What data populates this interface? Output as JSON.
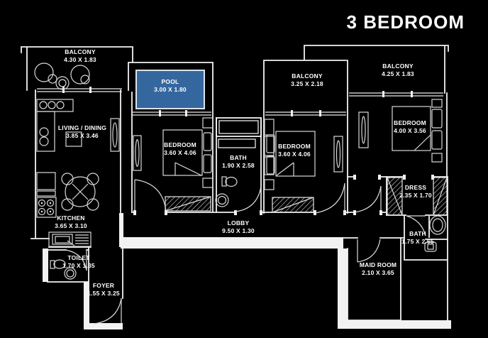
{
  "title": "3 BEDROOM",
  "colors": {
    "background": "#000000",
    "walls": "#f2f2f2",
    "pool_fill": "#35679f",
    "pool_border": "#dde3ea",
    "text": "#ffffff"
  },
  "rooms": {
    "balcony_tl": {
      "name": "BALCONY",
      "dims": "4.30 X 1.83"
    },
    "pool": {
      "name": "POOL",
      "dims": "3.00 X 1.80"
    },
    "living_dining": {
      "name": "LIVING / DINING",
      "dims": "3.85 X 3.46"
    },
    "bedroom_left": {
      "name": "BEDROOM",
      "dims": "3.60 X 4.06"
    },
    "bath_center": {
      "name": "BATH",
      "dims": "1.90 X 2.58"
    },
    "balcony_center": {
      "name": "BALCONY",
      "dims": "3.25 X 2.18"
    },
    "balcony_right": {
      "name": "BALCONY",
      "dims": "4.25 X 1.83"
    },
    "bedroom_center": {
      "name": "BEDROOM",
      "dims": "3.60 X 4.06"
    },
    "bedroom_right": {
      "name": "BEDROOM",
      "dims": "4.00 X 3.56"
    },
    "kitchen": {
      "name": "KITCHEN",
      "dims": "3.65 X 3.10"
    },
    "toilet": {
      "name": "TOILET",
      "dims": "1.70 X 1.35"
    },
    "foyer": {
      "name": "FOYER",
      "dims": "1.55 X 3.25"
    },
    "lobby": {
      "name": "LOBBY",
      "dims": "9.50 X 1.30"
    },
    "maid_room": {
      "name": "MAID ROOM",
      "dims": "2.10 X 3.65"
    },
    "dress": {
      "name": "DRESS",
      "dims": "2.35 X 1.70"
    },
    "bath_right": {
      "name": "BATH",
      "dims": "1.75 X 2.65"
    }
  }
}
